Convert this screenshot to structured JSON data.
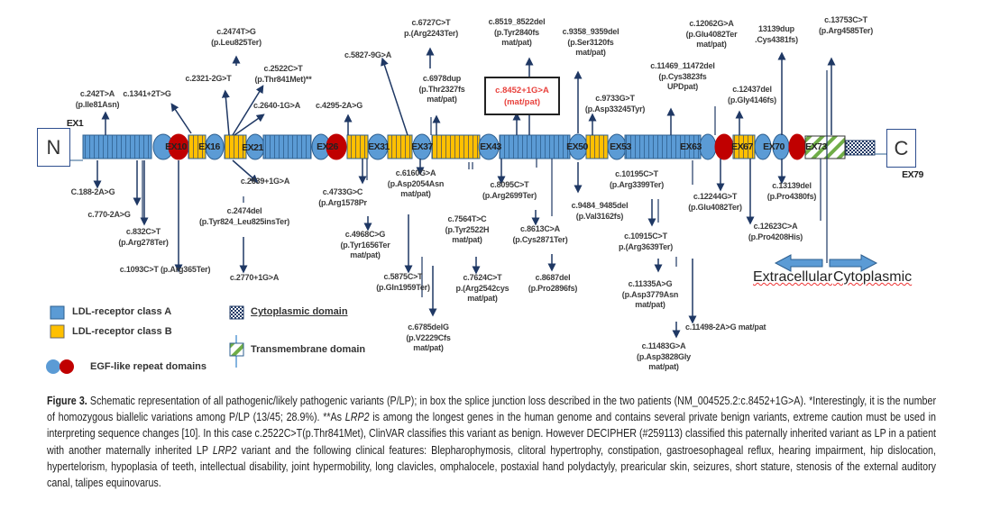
{
  "terminals": {
    "n": "N",
    "c": "C"
  },
  "exons": [
    "EX1",
    "EX10",
    "EX16",
    "EX21",
    "EX26",
    "EX31",
    "EX37",
    "EX43",
    "EX50",
    "EX53",
    "EX63",
    "EX67",
    "EX70",
    "EX73",
    "EX79"
  ],
  "variants_top": [
    "c.242T>A\n(p.Ile81Asn)",
    "c.1341+2T>G",
    "c.2474T>G\n(p.Leu825Ter)",
    "c.2321-2G>T",
    "c.2522C>T\n(p.Thr841Met)**",
    "c.2640-1G>A",
    "c.4295-2A>G",
    "c.5827-9G>A",
    "c.6727C>T\np.(Arg2243Ter)",
    "c.6978dup\n(p.Thr2327fs\nmat/pat)",
    "c.8519_8522del\n(p.Tyr2840fs\nmat/pat)",
    "c.9358_9359del\n(p.Ser3120fs\nmat/pat)",
    "c.9733G>T\n(p.Asp33245Tyr)",
    "c.11469_11472del\n(p.Cys3823fs\nUPDpat)",
    "c.12062G>A\n(p.Glu4082Ter\nmat/pat)",
    "c.12437del\n(p.Gly4146fs)",
    "13139dup\n.Cys4381fs)",
    "c.13753C>T\n(p.Arg4585Ter)"
  ],
  "boxed_variant": "c.8452+1G>A\n(mat/pat)",
  "variants_bottom": [
    "C.188-2A>G",
    "c.770-2A>G",
    "c.832C>T\n(p.Arg278Ter)",
    "c.1093C>T (p.Arg365Ter)",
    "c.2639+1G>A",
    "c.2474del\n(p.Tyr824_Leu825insTer)",
    "c.2770+1G>A",
    "c.4733G>C\n(p.Arg1578Pr",
    "c.4968C>G\n(p.Tyr1656Ter\nmat/pat)",
    "c.6160G>A\n(p.Asp2054Asn\nmat/pat)",
    "c.5875C>T\n(p.Gln1959Ter)",
    "c.6785delG\n(p.V2229Cfs\nmat/pat)",
    "c.7564T>C\n(p.Tyr2522H\nmat/pat)",
    "c.7624C>T\np.(Arg2542cys\nmat/pat)",
    "c.8095C>T\n(p.Arg2699Ter)",
    "c.8613C>A\n(p.Cys2871Ter)",
    "c.8687del\n(p.Pro2896fs)",
    "c.9484_9485del\n(p.Val3162fs)",
    "c.10195C>T\n(p.Arg3399Ter)",
    "c.10915C>T\np.(Arg3639Ter)",
    "c.11335A>G\n(p.Asp3779Asn\nmat/pat)",
    "c.11498-2A>G mat/pat",
    "c.11483G>A\n(p.Asp3828Gly\nmat/pat)",
    "c.12244G>T\n(p.Glu4082Ter)",
    "c.13139del\n(p.Pro4380fs)",
    "c.12623C>A\n(p.Pro4208His)"
  ],
  "regions": {
    "extracellular": "Extracellular",
    "cytoplasmic": "Cytoplasmic"
  },
  "legend": {
    "class_a": "LDL-receptor class  A",
    "class_b": "LDL-receptor class  B",
    "egf": "EGF-like  repeat domains",
    "cytoplasmic": "Cytoplasmic domain",
    "transmembrane": "Transmembrane  domain"
  },
  "colors": {
    "class_a": "#5b9bd5",
    "class_b": "#ffc000",
    "egf_blue": "#5b9bd5",
    "egf_red": "#c00000",
    "arrow": "#1f3864",
    "transmembrane": "#70ad47",
    "boxed_text": "#e8413c"
  },
  "caption": {
    "l1_bold": "Figure 3.",
    "l1": " Schematic representation of all pathogenic/likely pathogenic variants (P/LP); in box the splice junction loss described in the two patients (NM_004525.2:c.8452+1G>A). *Interestingly, it is the number of homozygous biallelic variations among P/LP (13/45; 28.9%). **As ",
    "gene1": "LRP2",
    "l2": " is among the longest genes in the human genome and contains several private benign variants, extreme caution must be used in interpreting sequence changes [10]. In this case c.2522C>T(p.Thr841Met), ClinVAR classifies this variant as benign. However DECIPHER (#259113) classified this paternally inherited variant as LP in a patient with another maternally inherited LP ",
    "gene2": "LRP2",
    "l3": " variant and the following clinical features: Blepharophymosis, clitoral hypertrophy, constipation, gastroesophageal reflux, hearing impairment, hip dislocation, hypertelorism, hypoplasia of teeth, intellectual disability, joint hypermobility, long clavicles, omphalocele, postaxial hand polydactyly, prearicular skin, seizures, short stature, stenosis of the external auditory canal, talipes equinovarus."
  }
}
